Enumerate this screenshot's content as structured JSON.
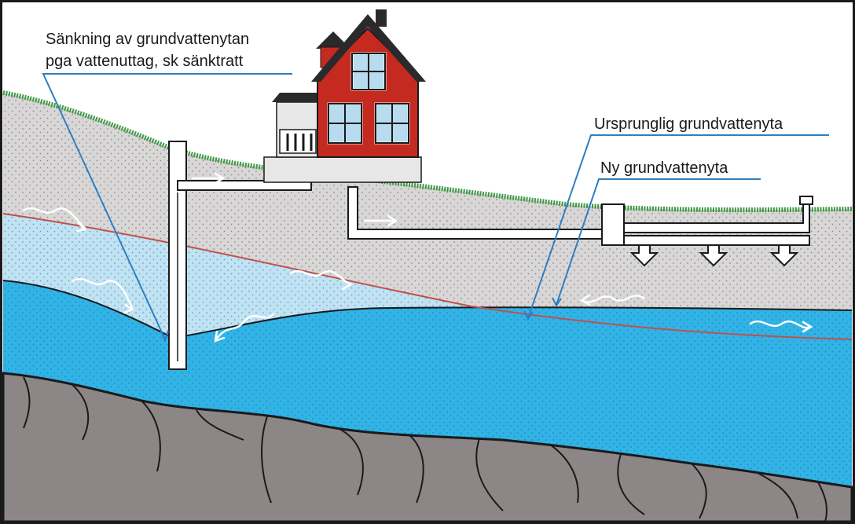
{
  "labels": {
    "drawdown_line1": "Sänkning av grundvattenytan",
    "drawdown_line2": "pga vattenuttag, sk sänktratt",
    "original_table": "Ursprunglig grundvattenyta",
    "new_table": "Ny grundvattenyta"
  },
  "colors": {
    "soil": "#d9d7d6",
    "soil_dots": "#8c8c9c",
    "light_water": "#bfe3f3",
    "groundwater": "#31b3e6",
    "bedrock": "#8d8687",
    "grass": "#3f9a43",
    "house_red": "#c42a20",
    "roof": "#2a2a2a",
    "window": "#b7dbef",
    "original_table_line": "#c0504d",
    "leader_line": "#2f7fc1",
    "outline": "#1a1a1a"
  },
  "icons": {
    "house": "house-icon",
    "well": "well-pipe",
    "septic": "septic-system-icon",
    "flow_arrows": "flow-arrow-icon",
    "wavy_flow": "wavy-flow-icon"
  }
}
